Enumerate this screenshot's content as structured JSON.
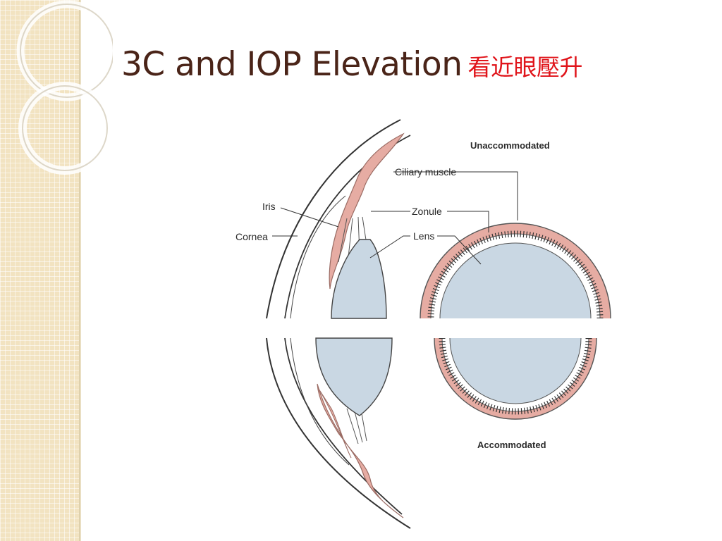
{
  "slide": {
    "title": "3C and IOP Elevation",
    "title_cn": "看近眼壓升"
  },
  "diagram": {
    "labels": {
      "iris": "Iris",
      "cornea": "Cornea",
      "ciliary_muscle": "Ciliary muscle",
      "zonule": "Zonule",
      "lens": "Lens",
      "unaccommodated": "Unaccommodated",
      "accommodated": "Accommodated"
    }
  },
  "colors": {
    "title": "#4a2418",
    "title_cn": "#e0141a",
    "muscle": "#e6aca3",
    "lens": "#c9d7e3",
    "background_panel": "#f2e3c1"
  }
}
